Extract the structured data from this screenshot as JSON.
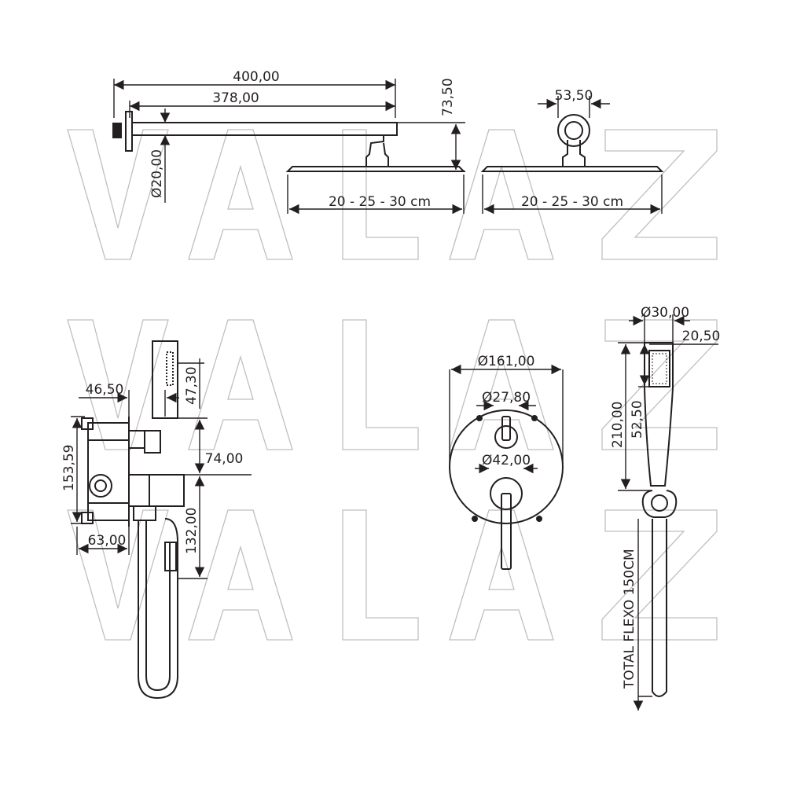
{
  "watermark": {
    "letters": [
      "V",
      "A",
      "L",
      "A",
      "Z"
    ]
  },
  "top_arm_view": {
    "dim_overall": "400,00",
    "dim_arm": "378,00",
    "dim_height": "73,50",
    "dim_diameter": "Ø20,00",
    "dim_head_width": "20 - 25 - 30 cm"
  },
  "top_front_view": {
    "dim_flange": "53,50",
    "dim_head_width": "20 - 25 - 30 cm"
  },
  "side_valve_view": {
    "dim_depth": "46,50",
    "dim_handle": "47,30",
    "dim_body_height": "153,59",
    "dim_outlet": "74,00",
    "dim_box_depth": "63,00",
    "dim_lower": "132,00"
  },
  "front_valve_view": {
    "dim_plate": "Ø161,00",
    "dim_knob_top": "Ø27,80",
    "dim_knob_bottom": "Ø42,00"
  },
  "handshower_view": {
    "dim_diameter": "Ø30,00",
    "dim_head_width": "20,50",
    "dim_length": "210,00",
    "dim_spray": "52,50",
    "dim_hose": "TOTAL FLEXO 150CM"
  }
}
